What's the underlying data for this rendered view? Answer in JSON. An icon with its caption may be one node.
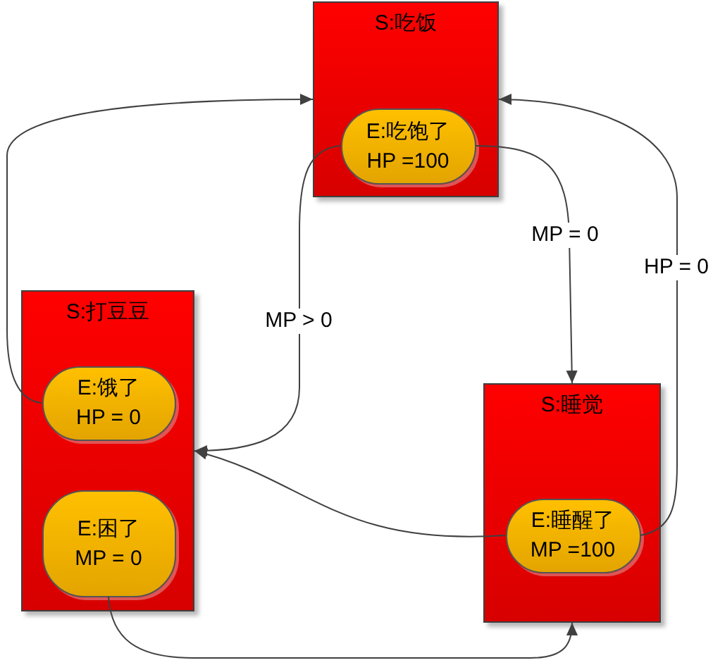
{
  "diagram": {
    "nodes": [
      {
        "text": [
          "S:吃饭"
        ]
      },
      {
        "text": [
          "E:吃饱了",
          "HP =100"
        ],
        "in": 0
      },
      {
        "text": [
          "S:打豆豆"
        ]
      },
      {
        "text": [
          "E:饿了",
          "HP = 0"
        ],
        "in": 2
      },
      {
        "text": [
          "E:困了",
          "MP = 0"
        ],
        "in": 2
      },
      {
        "text": [
          "S:睡觉"
        ]
      },
      {
        "text": [
          "E:睡醒了",
          "MP =100"
        ],
        "in": 5
      }
    ],
    "edges": [
      {
        "from": 3,
        "to": 0,
        "arrow": "to"
      },
      {
        "from": 1,
        "to": 2,
        "arrow": "to",
        "label": "MP > 0"
      },
      {
        "from": 1,
        "to": 5,
        "arrow": "to",
        "label": "MP = 0"
      },
      {
        "from": 6,
        "to": 0,
        "arrow": "to",
        "label": "HP = 0"
      },
      {
        "from": 6,
        "to": 2,
        "arrow": "to"
      },
      {
        "from": 4,
        "to": 5,
        "arrow": "to"
      }
    ]
  }
}
